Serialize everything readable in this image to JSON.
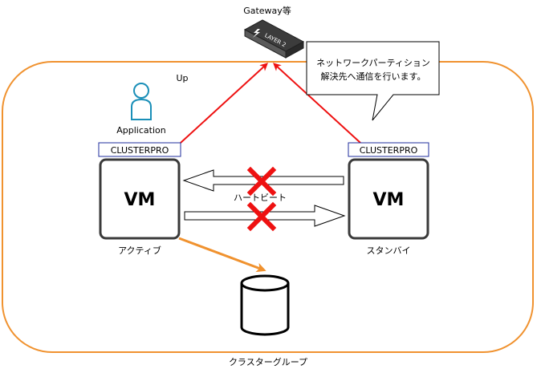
{
  "gateway": {
    "label": "Gateway等",
    "device_text": "LAYER 2"
  },
  "group": {
    "label": "クラスターグループ",
    "state": "Up"
  },
  "application": {
    "label": "Application",
    "icon": "user-icon"
  },
  "callout": {
    "line1": "ネットワークパーティション",
    "line2": "解決先へ通信を行います。"
  },
  "active_node": {
    "software": "CLUSTERPRO",
    "vm": "VM",
    "role": "アクティブ"
  },
  "standby_node": {
    "software": "CLUSTERPRO",
    "vm": "VM",
    "role": "スタンバイ"
  },
  "heartbeat": {
    "label": "ハートビート",
    "status": "blocked"
  },
  "colors": {
    "group_border": "#F0922F",
    "red_link": "#EE1111",
    "cross": "#EE1111",
    "clusterpro_border": "#1F2C9C",
    "vm_border": "#3A3A3A",
    "user_icon": "#1A8FB8",
    "disk_link": "#F0922F"
  }
}
